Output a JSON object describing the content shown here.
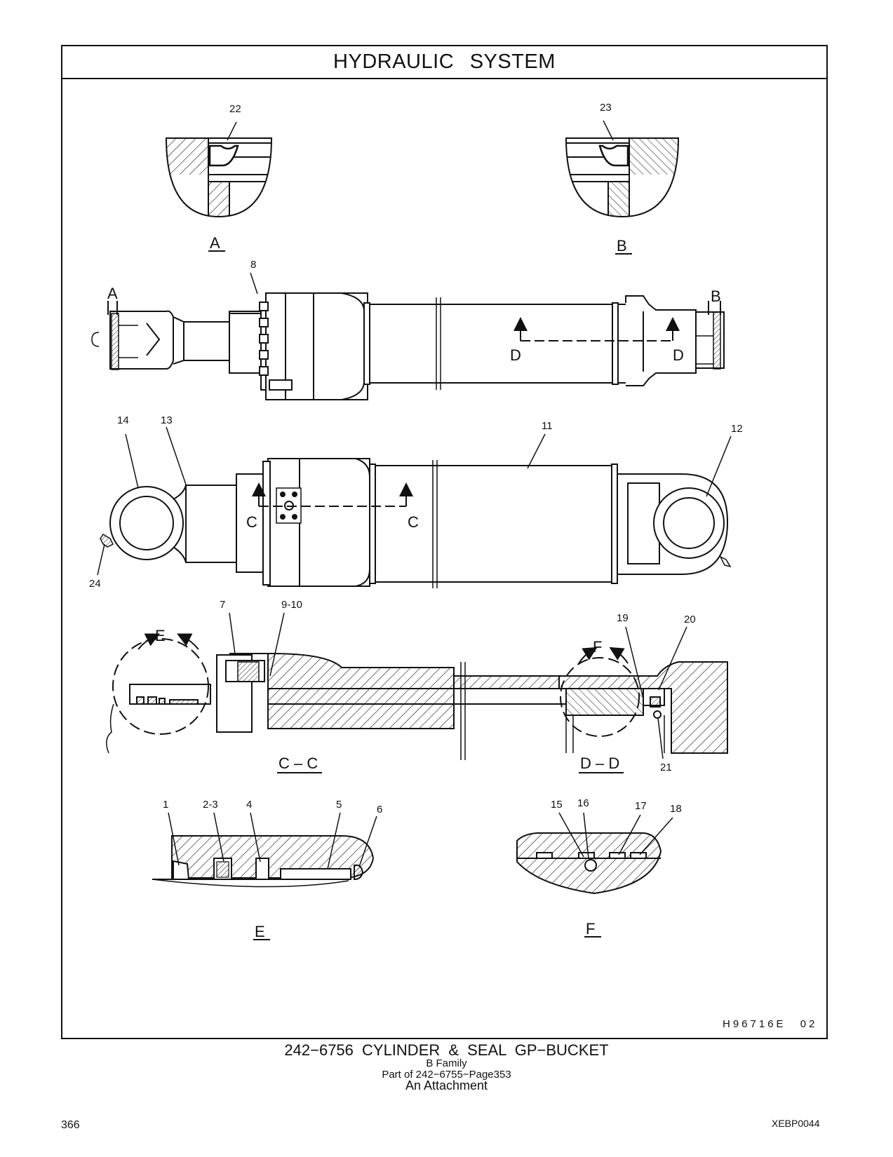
{
  "title": "HYDRAULIC SYSTEM",
  "callouts": {
    "c22": "22",
    "c23": "23",
    "c8": "8",
    "c14": "14",
    "c13": "13",
    "c11": "11",
    "c12": "12",
    "c24": "24",
    "c7": "7",
    "c9_10": "9-10",
    "c19": "19",
    "c20": "20",
    "c21": "21",
    "c1": "1",
    "c2_3": "2-3",
    "c4": "4",
    "c5": "5",
    "c6": "6",
    "c15": "15",
    "c16": "16",
    "c17": "17",
    "c18": "18"
  },
  "view_labels": {
    "detail_a": "A",
    "detail_b": "B",
    "arrow_a": "A",
    "arrow_b": "B",
    "section_d1": "D",
    "section_d2": "D",
    "section_c1": "C",
    "section_c2": "C",
    "arrow_e": "E",
    "arrow_f": "F",
    "section_cc": "C – C",
    "section_dd": "D – D",
    "detail_e": "E",
    "detail_f": "F"
  },
  "figure_code": "H96716E  02",
  "caption": {
    "title": "242−6756 CYLINDER & SEAL GP−BUCKET",
    "family": "B Family",
    "part_of": "Part of 242−6755−Page353",
    "attachment": "An Attachment"
  },
  "page_number": "366",
  "doc_code": "XEBP0044"
}
